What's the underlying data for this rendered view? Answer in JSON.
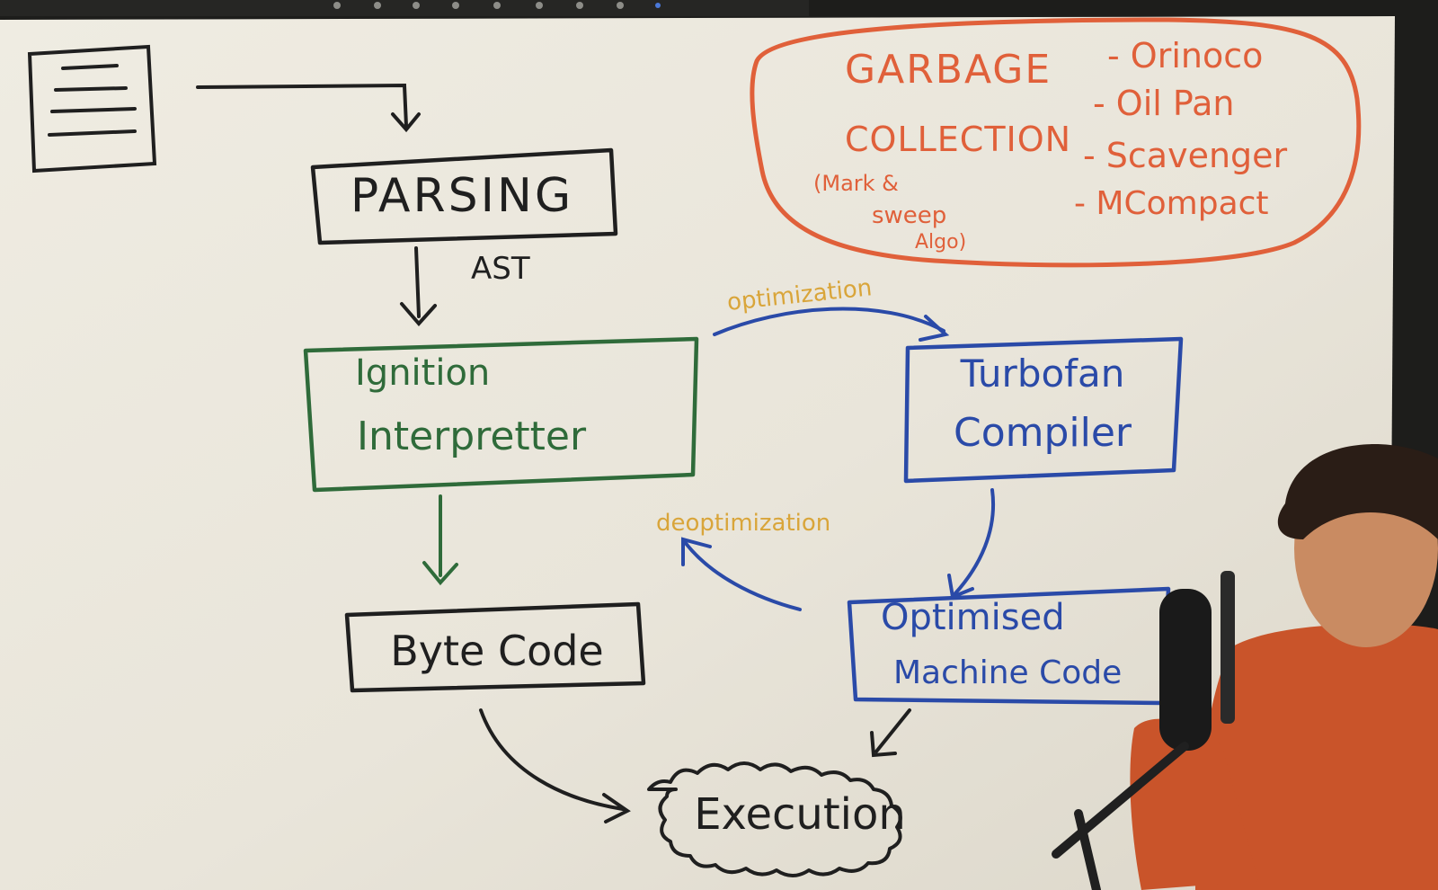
{
  "diagram": {
    "nodes": {
      "parsing": "PARSING",
      "ignition_line1": "Ignition",
      "ignition_line2": "Interpretter",
      "bytecode": "Byte Code",
      "turbofan_line1": "Turbofan",
      "turbofan_line2": "Compiler",
      "optimised_line1": "Optimised",
      "optimised_line2": "Machine Code",
      "execution": "Execution"
    },
    "edges": {
      "ast": "AST",
      "optimization": "optimization",
      "deoptimization": "deoptimization"
    },
    "garbage_collection": {
      "title_line1": "GARBAGE",
      "title_line2": "COLLECTION",
      "note_line1": "(Mark &",
      "note_line2": "sweep",
      "note_line3": "Algo)",
      "items": [
        "- Orinoco",
        "- Oil Pan",
        "- Scavenger",
        "- MCompact"
      ]
    }
  },
  "colors": {
    "board": "#ece8dc",
    "black_ink": "#1f1f1f",
    "green_ink": "#2f6b3a",
    "blue_ink": "#2a4aa8",
    "orange_ink": "#e0603a",
    "yellow_ink": "#d9a53a"
  }
}
